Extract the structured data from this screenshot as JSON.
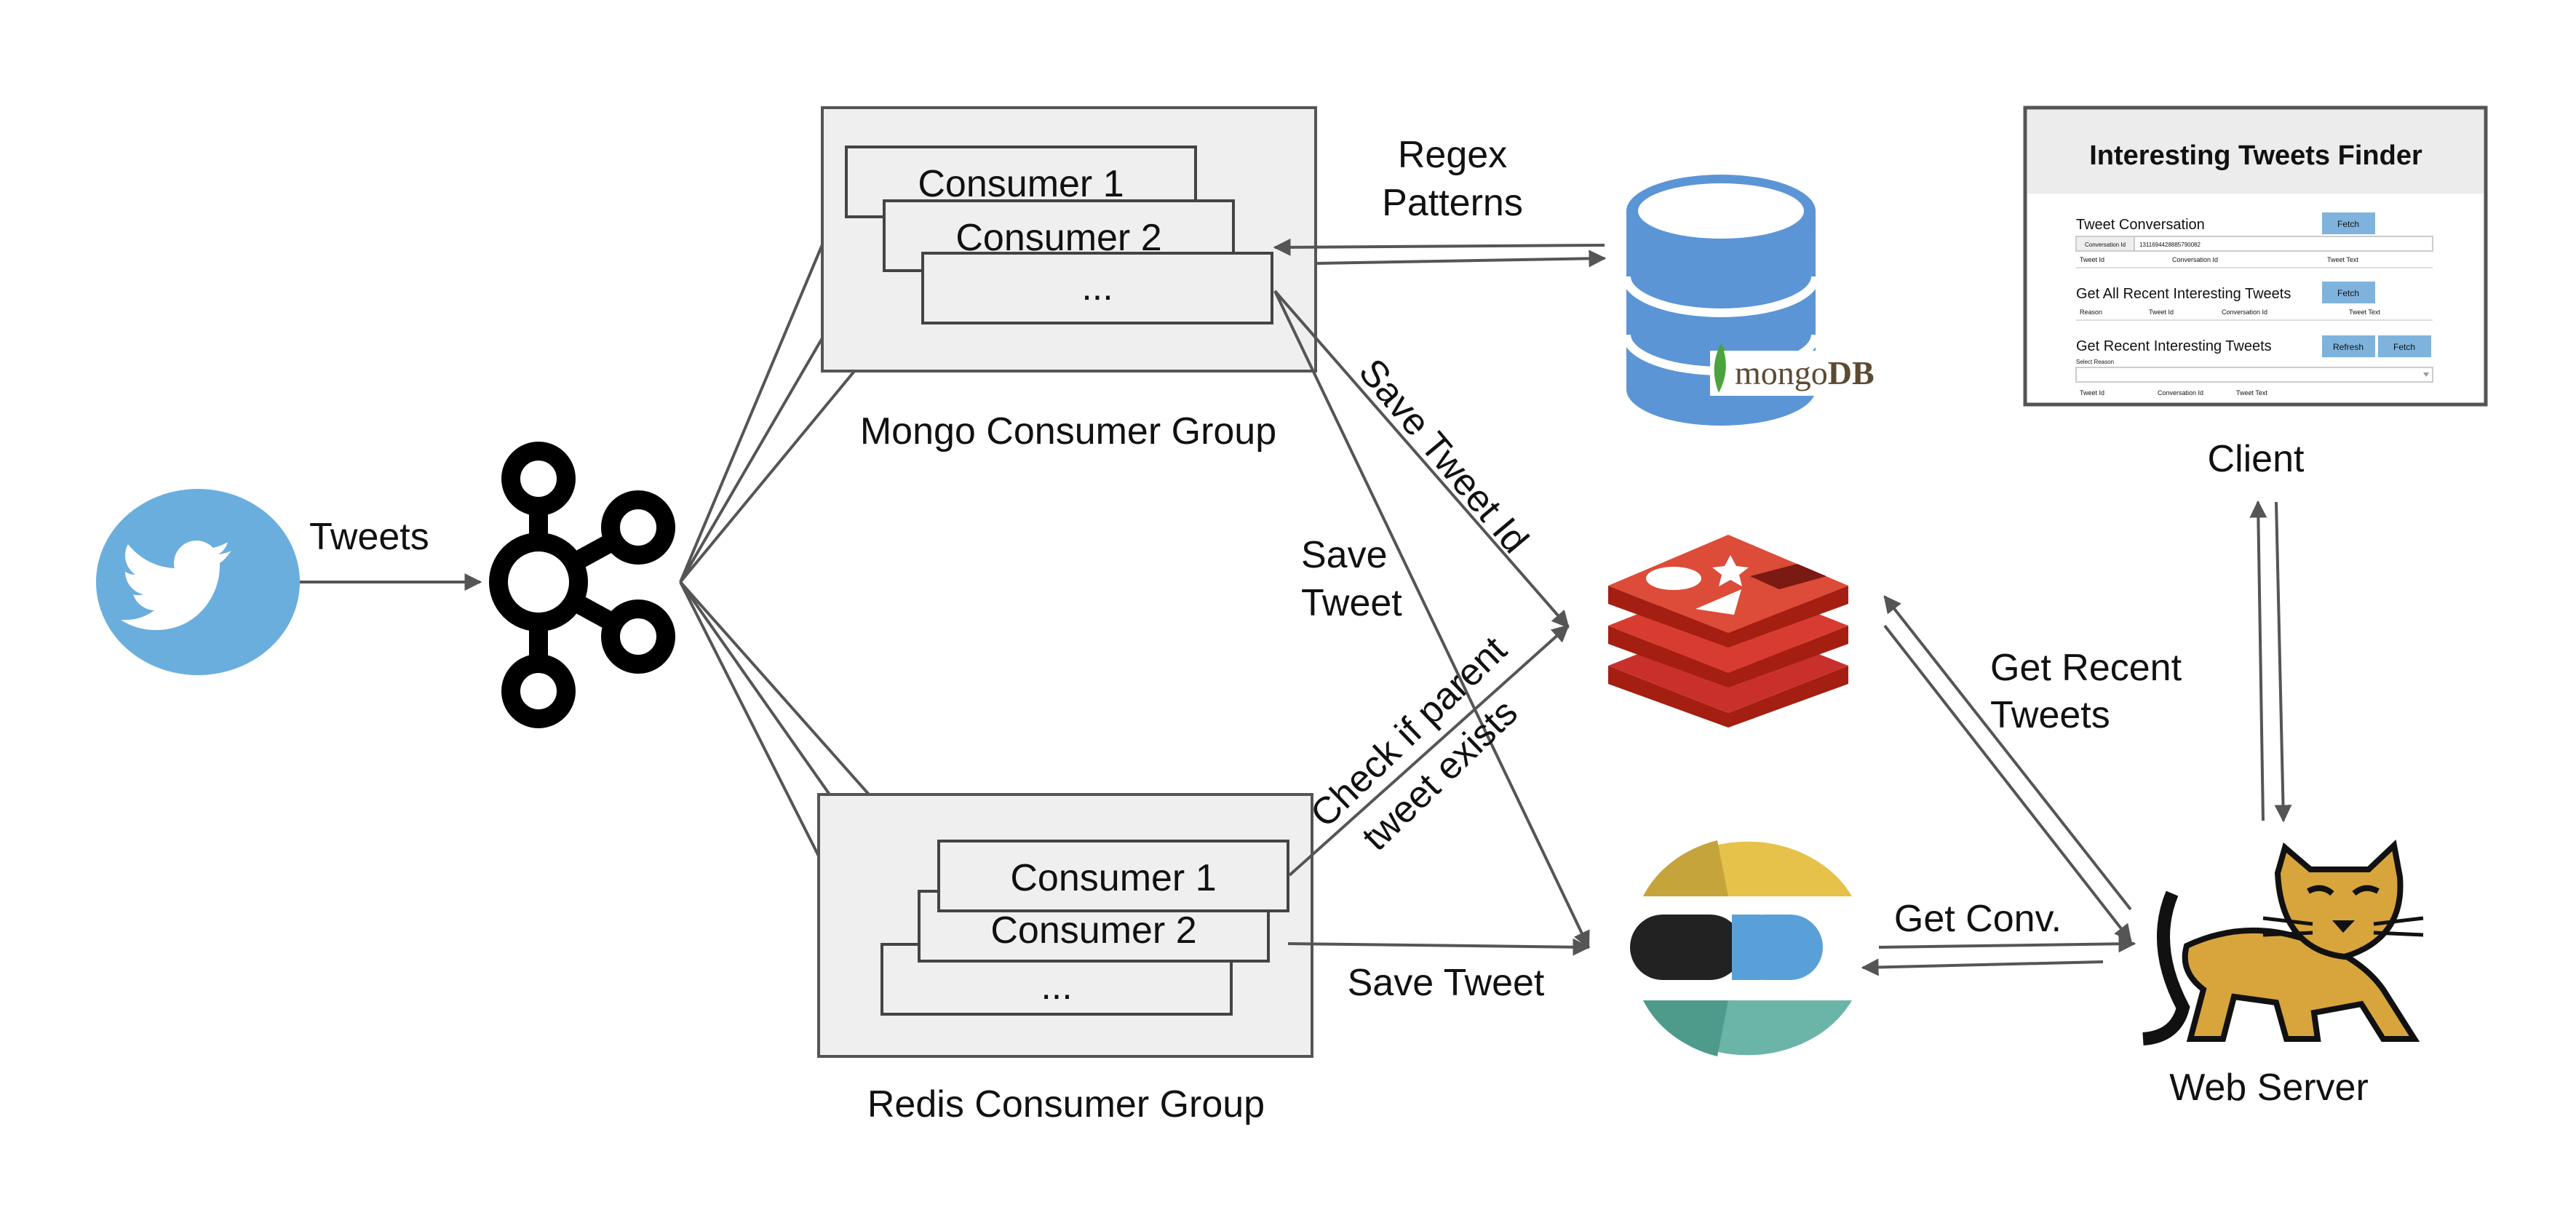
{
  "twitter": {
    "edge_label": "Tweets"
  },
  "mongo_group": {
    "label": "Mongo Consumer Group",
    "consumers": [
      "Consumer 1",
      "Consumer 2",
      "..."
    ]
  },
  "redis_group": {
    "label": "Redis Consumer Group",
    "consumers": [
      "Consumer 1",
      "Consumer 2",
      "..."
    ]
  },
  "edges": {
    "regex_line1": "Regex",
    "regex_line2": "Patterns",
    "save_tweet_id": "Save Tweet Id",
    "save_tweet_line1": "Save",
    "save_tweet_line2": "Tweet",
    "check_parent_line1": "Check if parent",
    "check_parent_line2": "tweet exists",
    "save_tweet_bottom": "Save Tweet",
    "get_conv": "Get Conv.",
    "get_recent_line1": "Get Recent",
    "get_recent_line2": "Tweets"
  },
  "mongodb": {
    "logo_text_a": "mongo",
    "logo_text_b": "DB"
  },
  "client": {
    "label": "Client",
    "app_title": "Interesting Tweets Finder",
    "sections": [
      {
        "title": "Tweet Conversation",
        "buttons": [
          "Fetch"
        ],
        "input_prefix": "Conversation Id",
        "input_value": "1311694428885790082",
        "columns": [
          "Tweet Id",
          "Conversation Id",
          "Tweet Text"
        ]
      },
      {
        "title": "Get All Recent Interesting Tweets",
        "buttons": [
          "Fetch"
        ],
        "columns": [
          "Reason",
          "Tweet Id",
          "Conversation Id",
          "Tweet Text"
        ]
      },
      {
        "title": "Get Recent Interesting Tweets",
        "buttons": [
          "Refresh",
          "Fetch"
        ],
        "select_label": "Select Reason",
        "columns": [
          "Tweet Id",
          "Conversation Id",
          "Tweet Text"
        ]
      }
    ]
  },
  "web_server": {
    "label": "Web Server"
  },
  "colors": {
    "twitter": "#6aaede",
    "mongodb_blue": "#5b95d6",
    "mongodb_leaf": "#4aa33c",
    "redis": "#c9302c",
    "elastic_yellow": "#e6c24a",
    "elastic_blue": "#5aa0d8",
    "elastic_teal": "#6bb5a8",
    "tomcat": "#d7a53c"
  }
}
